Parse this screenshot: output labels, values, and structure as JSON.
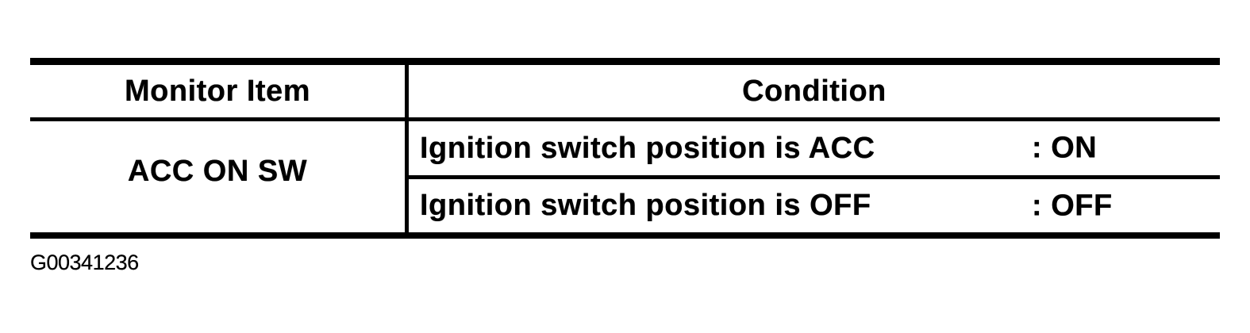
{
  "figure": {
    "id": "G00341236"
  },
  "table": {
    "header": {
      "monitor_item": "Monitor Item",
      "condition": "Condition"
    },
    "body": {
      "monitor_item": "ACC ON SW",
      "conditions": [
        {
          "text": "Ignition switch position is ACC",
          "value": ": ON"
        },
        {
          "text": "Ignition switch position is OFF",
          "value": ": OFF"
        }
      ]
    },
    "colors": {
      "line": "#000000",
      "text": "#000000",
      "background": "#ffffff"
    }
  }
}
